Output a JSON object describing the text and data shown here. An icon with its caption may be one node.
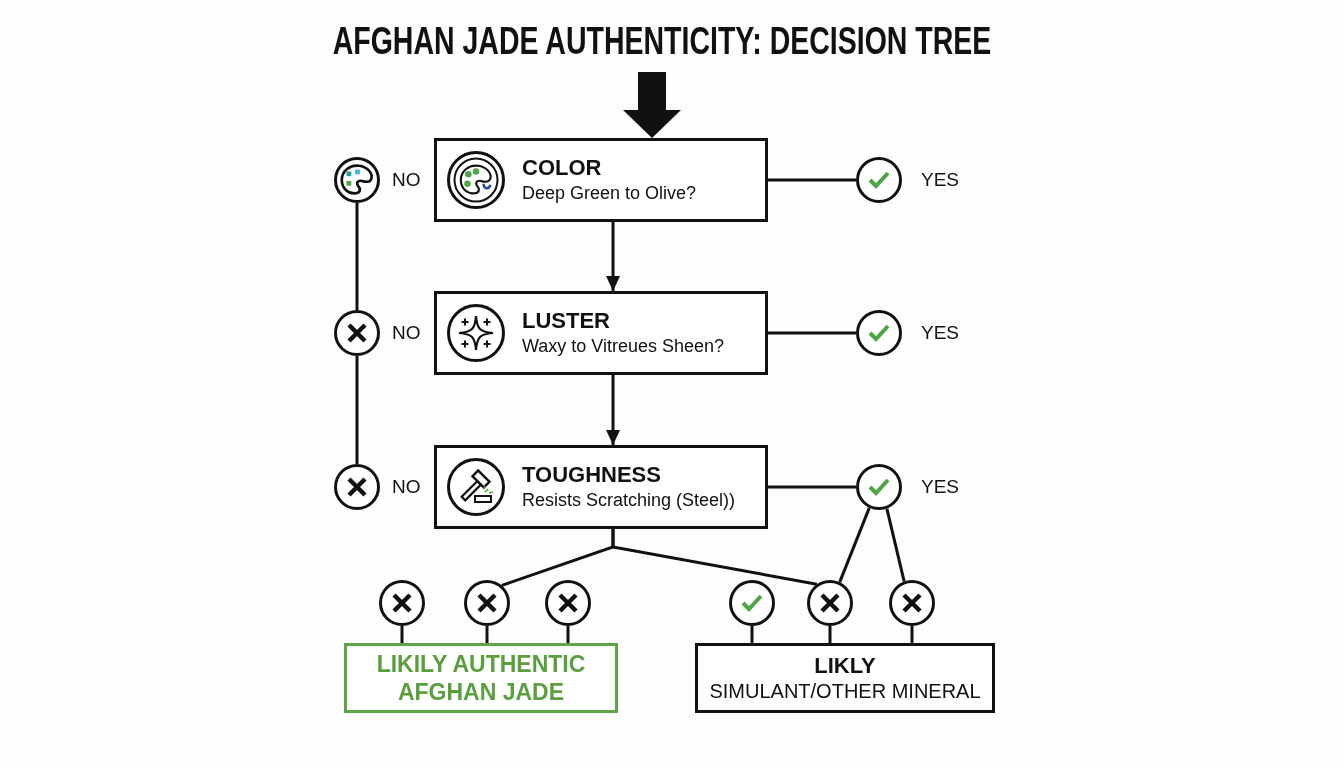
{
  "diagram": {
    "title": "AFGHAN JADE AUTHENTICITY: DECISION TREE",
    "nodes": [
      {
        "text": [],
        "shape": "circle",
        "beside": [
          "NO"
        ]
      },
      {
        "text": [
          "COLOR",
          "Deep Green to Olive?"
        ]
      },
      {
        "text": [],
        "shape": "circle",
        "beside": [
          "YES"
        ]
      },
      {
        "text": [],
        "shape": "circle",
        "beside": [
          "NO"
        ]
      },
      {
        "text": [
          "LUSTER",
          "Waxy to Vitreues Sheen?"
        ]
      },
      {
        "text": [],
        "shape": "circle",
        "beside": [
          "YES"
        ]
      },
      {
        "text": [],
        "shape": "circle",
        "beside": [
          "NO"
        ]
      },
      {
        "text": [
          "TOUGHNESS",
          "Resists Scratching (Steel))"
        ]
      },
      {
        "text": [],
        "shape": "circle",
        "beside": [
          "YES"
        ]
      },
      {
        "text": [],
        "shape": "circle"
      },
      {
        "text": [],
        "shape": "circle"
      },
      {
        "text": [],
        "shape": "circle"
      },
      {
        "text": [],
        "shape": "circle"
      },
      {
        "text": [],
        "shape": "circle"
      },
      {
        "text": [],
        "shape": "circle"
      },
      {
        "text": [
          "LIKILY AUTHENTIC AFGHAN JADE"
        ]
      },
      {
        "text": [
          "LIKLY",
          "SIMULANT/OTHER MINERAL"
        ]
      }
    ],
    "edges": [
      {
        "from": null,
        "to": 1,
        "arrow": "to",
        "style": "thick"
      },
      {
        "from": 1,
        "to": 4,
        "arrow": "to"
      },
      {
        "from": 4,
        "to": 7,
        "arrow": "to"
      },
      {
        "from": 1,
        "to": 2,
        "arrow": "none"
      },
      {
        "from": 4,
        "to": 5,
        "arrow": "none"
      },
      {
        "from": 7,
        "to": 8,
        "arrow": "none"
      },
      {
        "from": 0,
        "to": 3,
        "arrow": "none"
      },
      {
        "from": 3,
        "to": 6,
        "arrow": "none"
      },
      {
        "from": 7,
        "to": 10,
        "arrow": "none"
      },
      {
        "from": 7,
        "to": 13,
        "arrow": "none"
      },
      {
        "from": 8,
        "to": 13,
        "arrow": "none"
      },
      {
        "from": 8,
        "to": 14,
        "arrow": "none"
      },
      {
        "from": 9,
        "to": 15,
        "arrow": "none"
      },
      {
        "from": 10,
        "to": 15,
        "arrow": "none"
      },
      {
        "from": 11,
        "to": 15,
        "arrow": "none"
      },
      {
        "from": 12,
        "to": 16,
        "arrow": "none"
      },
      {
        "from": 13,
        "to": 16,
        "arrow": "none"
      },
      {
        "from": 14,
        "to": 16,
        "arrow": "none"
      }
    ]
  }
}
